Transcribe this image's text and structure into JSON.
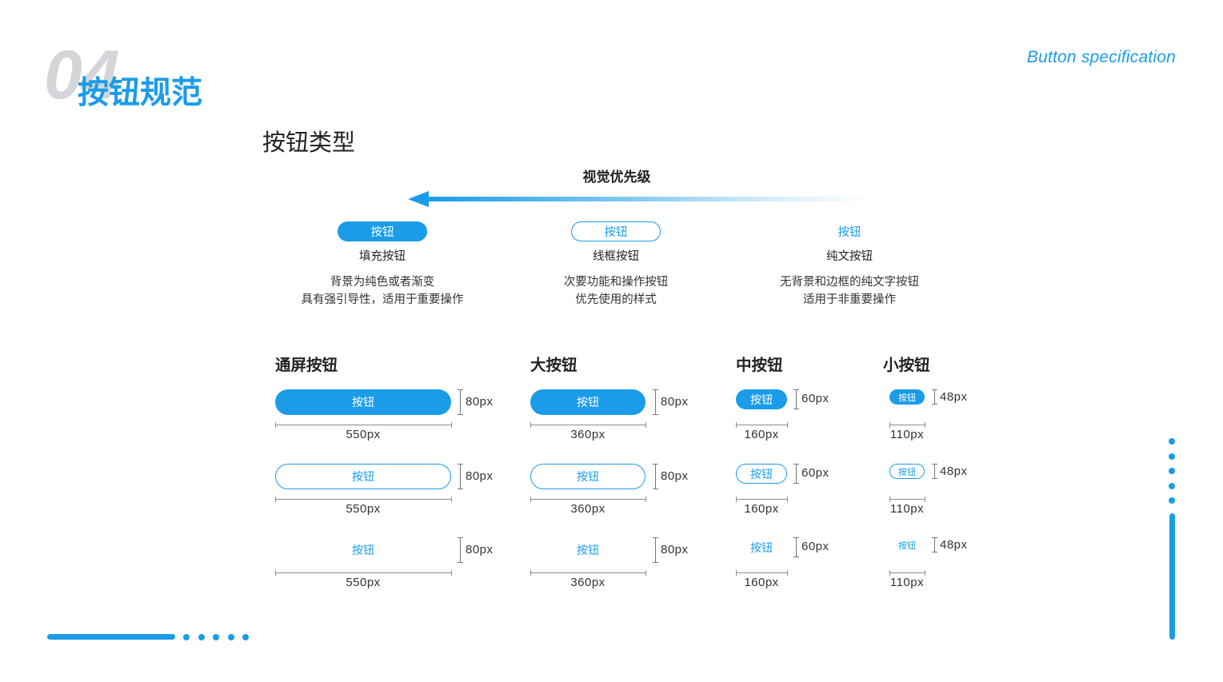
{
  "header": {
    "number": "04",
    "title": "按钮规范",
    "subtitle_en": "Button specification"
  },
  "button_types": {
    "title": "按钮类型",
    "priority_label": "视觉优先级",
    "items": [
      {
        "button_label": "按钮",
        "name": "填充按钮",
        "desc": [
          "背景为纯色或者渐变",
          "具有强引导性，适用于重要操作"
        ]
      },
      {
        "button_label": "按钮",
        "name": "线框按钮",
        "desc": [
          "次要功能和操作按钮",
          "优先使用的样式"
        ]
      },
      {
        "button_label": "按钮",
        "name": "纯文按钮",
        "desc": [
          "无背景和边框的纯文字按钮",
          "适用于非重要操作"
        ]
      }
    ]
  },
  "button_sizes": [
    {
      "title": "通屏按钮",
      "rows": [
        {
          "button_label": "按钮",
          "height_text": "80px",
          "width_text": "550px"
        },
        {
          "button_label": "按钮",
          "height_text": "80px",
          "width_text": "550px"
        },
        {
          "button_label": "按钮",
          "height_text": "80px",
          "width_text": "550px"
        }
      ]
    },
    {
      "title": "大按钮",
      "rows": [
        {
          "button_label": "按钮",
          "height_text": "80px",
          "width_text": "360px"
        },
        {
          "button_label": "按钮",
          "height_text": "80px",
          "width_text": "360px"
        },
        {
          "button_label": "按钮",
          "height_text": "80px",
          "width_text": "360px"
        }
      ]
    },
    {
      "title": "中按钮",
      "rows": [
        {
          "button_label": "按钮",
          "height_text": "60px",
          "width_text": "160px"
        },
        {
          "button_label": "按钮",
          "height_text": "60px",
          "width_text": "160px"
        },
        {
          "button_label": "按钮",
          "height_text": "60px",
          "width_text": "160px"
        }
      ]
    },
    {
      "title": "小按钮",
      "rows": [
        {
          "button_label": "按钮",
          "height_text": "48px",
          "width_text": "110px"
        },
        {
          "button_label": "按钮",
          "height_text": "48px",
          "width_text": "110px"
        },
        {
          "button_label": "按钮",
          "height_text": "48px",
          "width_text": "110px"
        }
      ]
    }
  ],
  "colors": {
    "accent": "#1A9CE8",
    "number_gray": "#D3D6D9",
    "heading_text": "#222222",
    "body_text": "#333333",
    "measure_line": "#8C8C8C"
  }
}
